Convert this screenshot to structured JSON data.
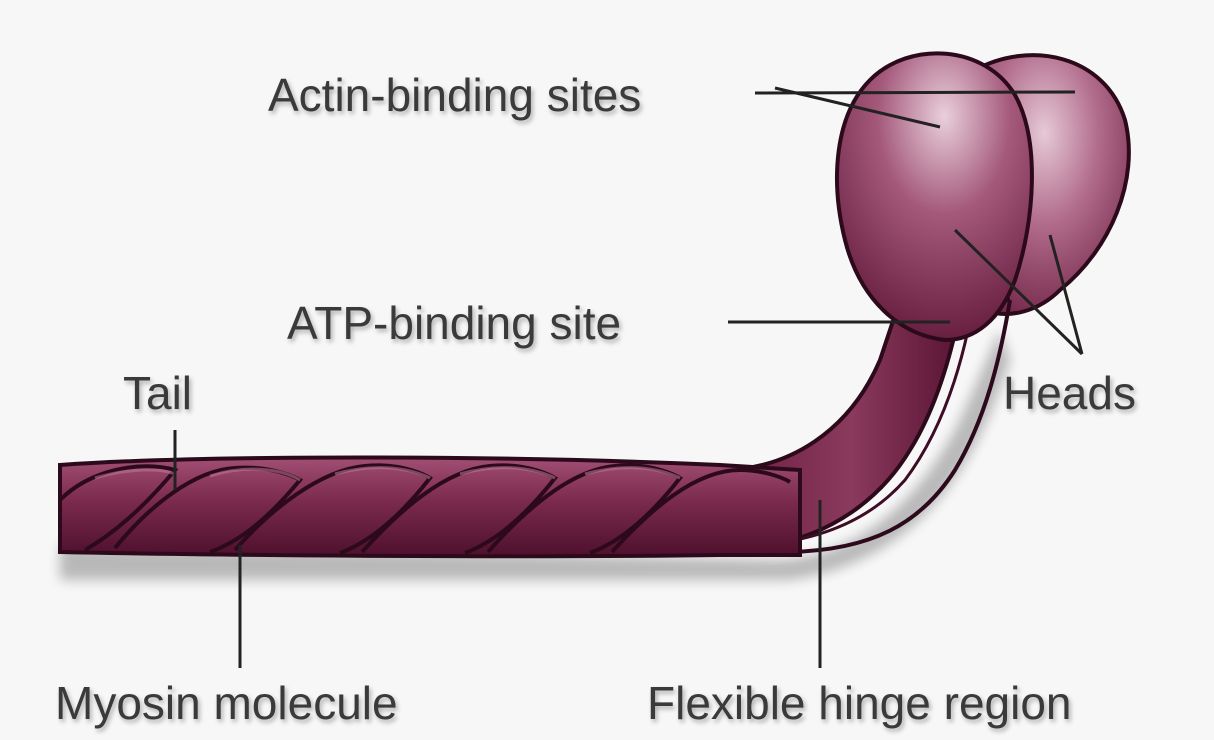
{
  "labels": {
    "actin": "Actin-binding sites",
    "atp": "ATP-binding site",
    "tail": "Tail",
    "heads": "Heads",
    "myosin": "Myosin molecule",
    "hinge": "Flexible hinge region"
  },
  "colors": {
    "background": "#f7f7f7",
    "protein_dark": "#5e1536",
    "protein_mid": "#8a3a5c",
    "protein_light": "#d8b2c4",
    "outline": "#2c0a1b",
    "label_text": "#3a3a3a",
    "leader_line": "#222222"
  }
}
